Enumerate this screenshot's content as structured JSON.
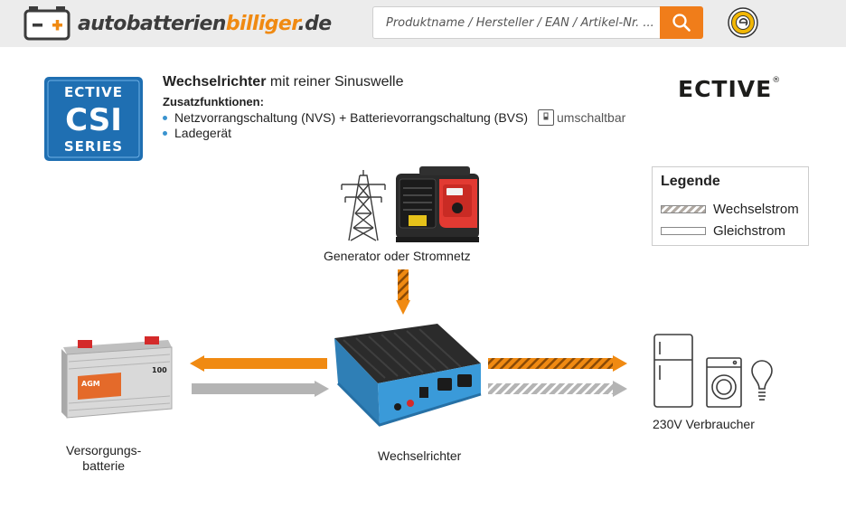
{
  "site": {
    "name_part1": "autobatterien",
    "name_part2": "billiger",
    "name_part3": ".de"
  },
  "search": {
    "placeholder": "Produktname / Hersteller / EAN / Artikel-Nr. ..."
  },
  "badge": {
    "line1": "ECTIVE",
    "line2": "CSI",
    "line3": "SERIES"
  },
  "heading": {
    "bold": "Wechselrichter",
    "rest": "mit reiner Sinuswelle"
  },
  "features": {
    "title": "Zusatzfunktionen:",
    "items": [
      "Netzvorrangschaltung (NVS) + Batterievorrangschaltung (BVS)",
      "Ladegerät"
    ],
    "switch_label": "umschaltbar"
  },
  "brand_logo": "ECTIVE",
  "legend": {
    "title": "Legende",
    "ac": "Wechselstrom",
    "dc": "Gleichstrom"
  },
  "nodes": {
    "source": "Generator oder Stromnetz",
    "battery_line1": "Versorgungs-",
    "battery_line2": "batterie",
    "inverter": "Wechselrichter",
    "consumer": "230V Verbraucher"
  },
  "battery_texts": {
    "brand": "AGM",
    "capacity": "100"
  },
  "colors": {
    "orange": "#f08a12",
    "grey": "#b4b4b4",
    "badge_blue": "#1f6fb2",
    "inverter_blue": "#3a9ad9"
  }
}
